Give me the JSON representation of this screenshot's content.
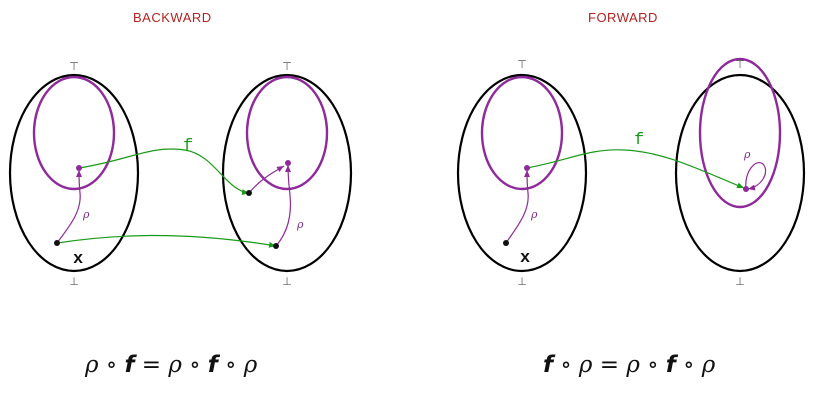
{
  "panels": [
    {
      "title": "Backward",
      "equation": {
        "parts": [
          "ρ",
          " ∘ ",
          "f",
          " = ",
          "ρ",
          " ∘ ",
          "f",
          " ∘ ",
          "ρ"
        ]
      },
      "top_labels": [
        "⊤",
        "⊤"
      ],
      "bottom_labels": [
        "⊥",
        "⊥"
      ],
      "arrow_label": "f",
      "rho_labels": [
        "ρ",
        "ρ"
      ],
      "point_label": "x"
    },
    {
      "title": "Forward",
      "equation": {
        "parts": [
          "f",
          " ∘ ",
          "ρ",
          " = ",
          "ρ",
          " ∘ ",
          "f",
          " ∘ ",
          "ρ"
        ]
      },
      "top_labels": [
        "⊤",
        "⊤"
      ],
      "bottom_labels": [
        "⊥",
        "⊥"
      ],
      "arrow_label": "f",
      "rho_labels": [
        "ρ",
        "ρ"
      ],
      "point_label": "x"
    }
  ],
  "colors": {
    "title": "#b22222",
    "outer": "#000000",
    "inner": "#8e2a9a",
    "arrow_f": "#1a9a1a",
    "arrow_rho": "#8e2a9a"
  }
}
